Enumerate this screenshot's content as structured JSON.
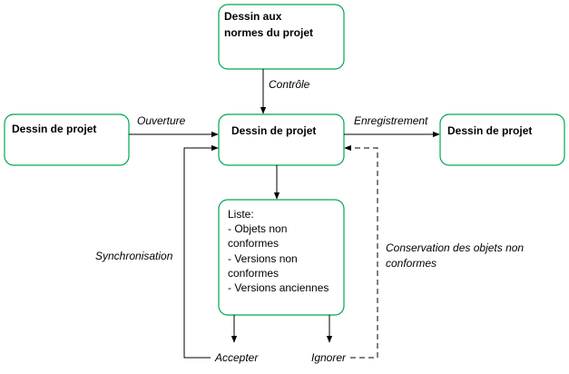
{
  "colors": {
    "box_border": "#00a651",
    "line": "#000000"
  },
  "nodes": {
    "standards_drawing": {
      "lines": [
        "Dessin aux",
        "normes du projet"
      ]
    },
    "source_drawing": {
      "label": "Dessin de projet"
    },
    "current_drawing": {
      "label": "Dessin de projet"
    },
    "saved_drawing": {
      "label": "Dessin de projet"
    },
    "list": {
      "lines": [
        "Liste:",
        "- Objets non",
        "conformes",
        "- Versions non",
        "conformes",
        "- Versions anciennes"
      ]
    }
  },
  "edges": {
    "control": "Contrôle",
    "open": "Ouverture",
    "save": "Enregistrement",
    "sync": "Synchronisation",
    "keep": [
      "Conservation des objets non",
      "conformes"
    ]
  },
  "actions": {
    "accept": "Accepter",
    "ignore": "Ignorer"
  }
}
